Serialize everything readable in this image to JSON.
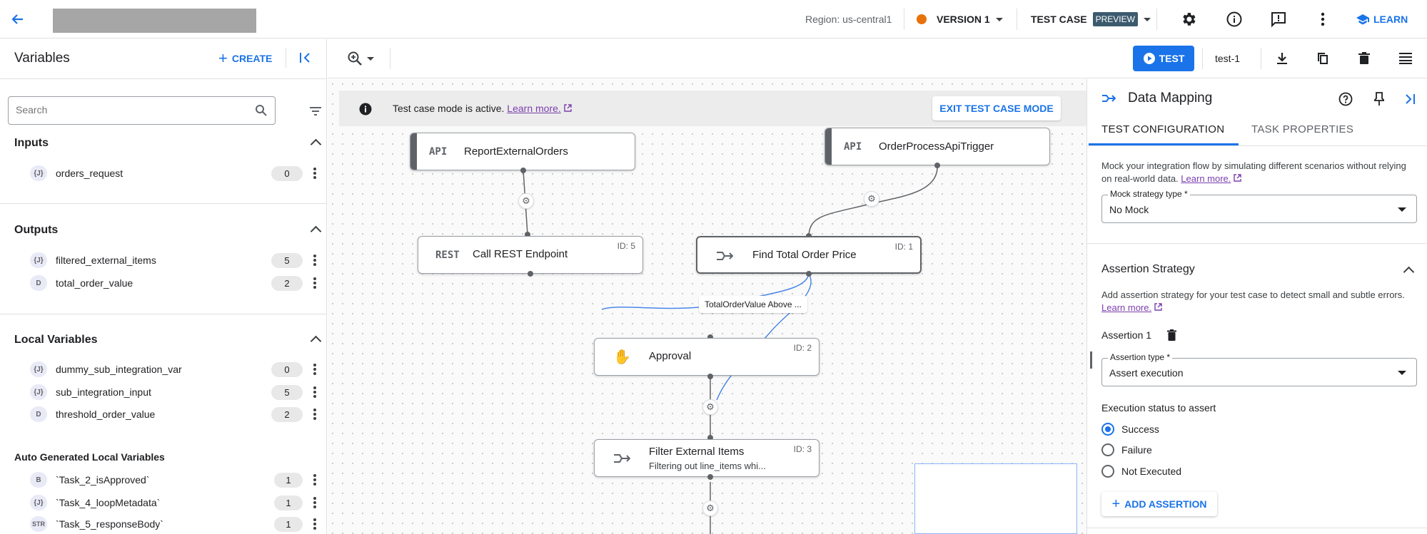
{
  "topbar": {
    "region": "Region: us-central1",
    "version_label": "VERSION 1",
    "test_case_label": "TEST CASE",
    "preview_badge": "PREVIEW",
    "learn_label": "LEARN",
    "status_dot_color": "#e8710a",
    "accent_color": "#1a73e8"
  },
  "left_panel": {
    "title": "Variables",
    "create_label": "CREATE",
    "search_placeholder": "Search",
    "inputs": {
      "title": "Inputs",
      "items": [
        {
          "type": "{J}",
          "name": "orders_request",
          "count": "0"
        }
      ]
    },
    "outputs": {
      "title": "Outputs",
      "items": [
        {
          "type": "{J}",
          "name": "filtered_external_items",
          "count": "5"
        },
        {
          "type": "D",
          "name": "total_order_value",
          "count": "2"
        }
      ]
    },
    "local": {
      "title": "Local Variables",
      "items": [
        {
          "type": "{J}",
          "name": "dummy_sub_integration_var",
          "count": "0"
        },
        {
          "type": "{J}",
          "name": "sub_integration_input",
          "count": "5"
        },
        {
          "type": "D",
          "name": "threshold_order_value",
          "count": "2"
        }
      ]
    },
    "auto": {
      "title": "Auto Generated Local Variables",
      "items": [
        {
          "type": "B",
          "name": "`Task_2_isApproved`",
          "count": "1"
        },
        {
          "type": "{J}",
          "name": "`Task_4_loopMetadata`",
          "count": "1"
        },
        {
          "type": "STR",
          "name": "`Task_5_responseBody`",
          "count": "1"
        }
      ]
    }
  },
  "toolbar": {
    "test_label": "TEST",
    "test_case_name": "test-1"
  },
  "banner": {
    "text": "Test case mode is active.",
    "link": "Learn more.",
    "exit_label": "EXIT TEST CASE MODE"
  },
  "nodes": {
    "report": {
      "icon": "API",
      "title": "ReportExternalOrders"
    },
    "trigger": {
      "icon": "API",
      "title": "OrderProcessApiTrigger"
    },
    "rest": {
      "icon": "REST",
      "title": "Call REST Endpoint",
      "id": "ID: 5"
    },
    "find": {
      "title": "Find Total Order Price",
      "id": "ID: 1"
    },
    "approval": {
      "title": "Approval",
      "id": "ID: 2"
    },
    "filter": {
      "title": "Filter External Items",
      "subtitle": "Filtering out line_items whi...",
      "id": "ID: 3"
    },
    "edge_label": "TotalOrderValue Above ..."
  },
  "right_panel": {
    "title": "Data Mapping",
    "tabs": [
      "TEST CONFIGURATION",
      "TASK PROPERTIES"
    ],
    "mock_help": "Mock your integration flow by simulating different scenarios without relying on real-world data.",
    "mock_link": "Learn more.",
    "mock_label": "Mock strategy type *",
    "mock_value": "No Mock",
    "assertion_title": "Assertion Strategy",
    "assertion_help": "Add assertion strategy for your test case to detect small and subtle errors.",
    "assertion_link": "Learn more.",
    "assertion_name": "Assertion 1",
    "assertion_type_label": "Assertion type *",
    "assertion_type_value": "Assert execution",
    "exec_status_title": "Execution status to assert",
    "options": [
      "Success",
      "Failure",
      "Not Executed"
    ],
    "selected_option": "Success",
    "add_assertion_label": "ADD ASSERTION"
  }
}
